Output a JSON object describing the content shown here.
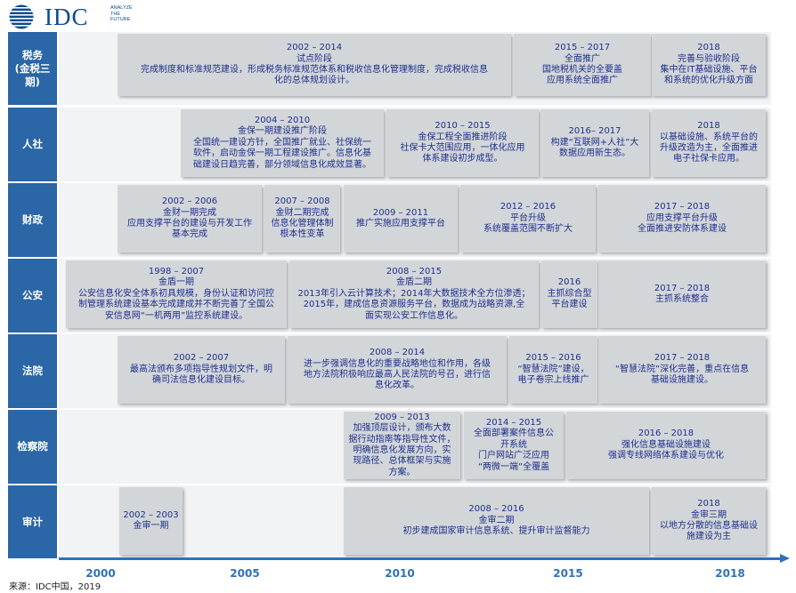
{
  "header": {
    "brand": "IDC",
    "tagline": [
      "ANALYZE",
      "THE",
      "FUTURE"
    ]
  },
  "colors": {
    "row_label": "#2b66a6",
    "box": "#d3d6d9",
    "box_text": "#1c2f8c",
    "axis": "#2e72b8"
  },
  "rows": [
    {
      "label": "税务\n(金税三期)",
      "boxes": [
        {
          "lines": [
            "2002 – 2014",
            "试点阶段",
            "完成制度和标准规范建设，形成税务标准规范体系和税收信息化管理制度，完成税收信息",
            "化的总体规划设计。"
          ]
        },
        {
          "lines": [
            "2015 – 2017",
            "全面推广",
            "国地税机关的全要盖",
            "应用系统全面推广"
          ]
        },
        {
          "lines": [
            "2018",
            "完善与验收阶段",
            "集中在IT基础设施、平台",
            "和系统的优化升级方面"
          ]
        }
      ]
    },
    {
      "label": "人社",
      "boxes": [
        {
          "lines": [
            "2004 – 2010",
            "金保一期建设推广阶段",
            "全国统一建设方针，全国推广就业、社保统一",
            "软件，启动金保一期工程建设推广。信息化基",
            "础建设日趋完善，部分领域信息化成效显著。"
          ]
        },
        {
          "lines": [
            "2010 – 2015",
            "金保工程全面推进阶段",
            "社保卡大范围应用，一体化应用",
            "体系建设初步成型。"
          ]
        },
        {
          "lines": [
            "2016– 2017",
            "构建“互联网+人社”大",
            "数据应用新生态。"
          ]
        },
        {
          "lines": [
            "2018",
            "以基础设施、系统平台的",
            "升级改造为主，全面推进",
            "电子社保卡应用。"
          ]
        }
      ]
    },
    {
      "label": "财政",
      "boxes": [
        {
          "lines": [
            "2002 – 2006",
            "金财一期完成",
            "应用支撑平台的建设与开发工作",
            "基本完成"
          ]
        },
        {
          "lines": [
            "2007 – 2008",
            "金财二期完成",
            "信息化管理体制",
            "根本性变革"
          ]
        },
        {
          "lines": [
            "2009 – 2011",
            "推广实施应用支撑平台"
          ]
        },
        {
          "lines": [
            "2012 – 2016",
            "平台升级",
            "系统覆盖范围不断扩大"
          ]
        },
        {
          "lines": [
            "2017 – 2018",
            "应用支撑平台升级",
            "全面推进安防体系建设"
          ]
        }
      ]
    },
    {
      "label": "公安",
      "boxes": [
        {
          "lines": [
            "1998 – 2007",
            "金盾一期",
            "公安信息化安全体系初具规模，身份认证和访问控",
            "制管理系统建设基本完成建成并不断完善了全国公",
            "安信息网“一机两用”监控系统建设。"
          ]
        },
        {
          "lines": [
            "2008 – 2015",
            "金盾二期",
            "2013年引入云计算技术；2014年大数据技术全方位渗透；",
            "2015年，建成信息资源服务平台，数据成为战略资源,全",
            "面实现公安工作信息化。"
          ]
        },
        {
          "lines": [
            "2016",
            "主抓综合型",
            "平台建设"
          ]
        },
        {
          "lines": [
            "2017 – 2018",
            "主抓系统整合"
          ]
        }
      ]
    },
    {
      "label": "法院",
      "boxes": [
        {
          "lines": [
            "2002 – 2007",
            "最高法颁布多项指导性规划文件，明",
            "确司法信息化建设目标。"
          ]
        },
        {
          "lines": [
            "2008 – 2014",
            "进一步强调信息化的重要战略地位和作用，各级",
            "地方法院积极响应最高人民法院的号召，进行信",
            "息化改革。"
          ]
        },
        {
          "lines": [
            "2015 – 2016",
            "“智慧法院”建设，",
            "电子卷宗上线推广"
          ]
        },
        {
          "lines": [
            "2017 – 2018",
            "“智慧法院”深化完善，重点在信息",
            "基础设施建设。"
          ]
        }
      ]
    },
    {
      "label": "检察院",
      "boxes": [
        {
          "lines": [
            "2009 – 2013",
            "加强顶层设计，颁布大数",
            "据行动指南等指导性文件，",
            "明确信息化发展方向，实",
            "现路径、总体框架与实施",
            "方案。"
          ]
        },
        {
          "lines": [
            "2014 – 2015",
            "全面部署案件信息公",
            "开系统",
            "门户网站广泛应用",
            "“两微一端”全覆盖"
          ]
        },
        {
          "lines": [
            "2016 – 2018",
            "强化信息基础设施建设",
            "强调专线网络体系建设与优化"
          ]
        }
      ]
    },
    {
      "label": "审计",
      "boxes": [
        {
          "lines": [
            "2002 – 2003",
            "金审一期"
          ]
        },
        {
          "lines": [
            "2008 – 2016",
            "金审二期",
            "初步建成国家审计信息系统、提升审计监督能力"
          ]
        },
        {
          "lines": [
            "2018",
            "金审三期",
            "以地方分散的信息基础设",
            "施建设为主"
          ]
        }
      ]
    }
  ],
  "axis": {
    "years": [
      "2000",
      "2005",
      "2010",
      "2015",
      "2018"
    ]
  },
  "footer": {
    "source": "来源：IDC中国，2019"
  }
}
